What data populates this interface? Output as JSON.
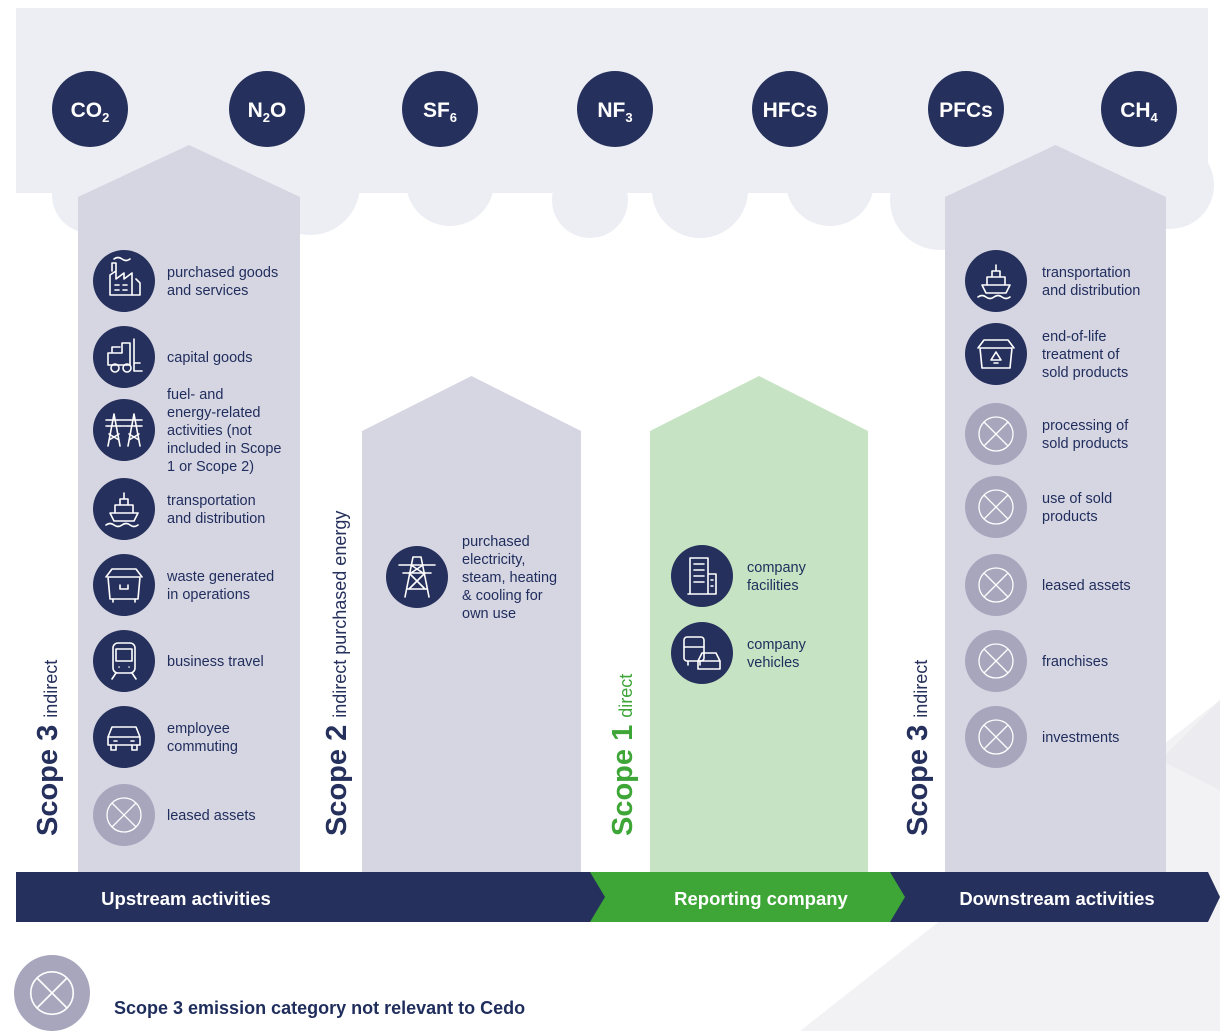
{
  "colors": {
    "navy": "#26305c",
    "cloud": "#eceef3",
    "column": "#d6d5e2",
    "scope1_column": "#c6e4c3",
    "scope1_text": "#3da637",
    "reporting_banner": "#3da637",
    "not_relevant_circle": "#a8a6bd"
  },
  "gases": [
    {
      "base": "CO",
      "sub": "2"
    },
    {
      "base": "N",
      "sub": "2",
      "tail": "O"
    },
    {
      "base": "SF",
      "sub": "6"
    },
    {
      "base": "NF",
      "sub": "3"
    },
    {
      "base": "HFCs"
    },
    {
      "base": "PFCs"
    },
    {
      "base": "CH",
      "sub": "4"
    }
  ],
  "scopes": {
    "scope3_upstream": {
      "big": "Scope 3",
      "small": "indirect"
    },
    "scope2": {
      "big": "Scope 2",
      "small": "indirect purchased energy"
    },
    "scope1": {
      "big": "Scope 1",
      "small": "direct"
    },
    "scope3_downstream": {
      "big": "Scope 3",
      "small": "indirect"
    }
  },
  "upstream_categories": [
    {
      "icon": "factory-icon",
      "lines": [
        "purchased goods",
        "and services"
      ],
      "relevant": true
    },
    {
      "icon": "forklift-icon",
      "lines": [
        "capital goods"
      ],
      "relevant": true
    },
    {
      "icon": "power-lines-icon",
      "lines": [
        "fuel- and",
        "energy-related",
        "activities (not",
        "included in Scope",
        "1 or Scope 2)"
      ],
      "relevant": true
    },
    {
      "icon": "ship-icon",
      "lines": [
        "transportation",
        "and distribution"
      ],
      "relevant": true
    },
    {
      "icon": "dumpster-icon",
      "lines": [
        "waste generated",
        "in operations"
      ],
      "relevant": true
    },
    {
      "icon": "train-icon",
      "lines": [
        "business travel"
      ],
      "relevant": true
    },
    {
      "icon": "car-icon",
      "lines": [
        "employee",
        "commuting"
      ],
      "relevant": true
    },
    {
      "icon": "not-relevant-icon",
      "lines": [
        "leased assets"
      ],
      "relevant": false
    }
  ],
  "scope2_categories": [
    {
      "icon": "pylon-icon",
      "lines": [
        "purchased",
        "electricity,",
        "steam, heating",
        "& cooling for",
        "own use"
      ],
      "relevant": true
    }
  ],
  "scope1_categories": [
    {
      "icon": "building-icon",
      "lines": [
        "company",
        "facilities"
      ],
      "relevant": true
    },
    {
      "icon": "vehicles-icon",
      "lines": [
        "company",
        "vehicles"
      ],
      "relevant": true
    }
  ],
  "downstream_categories": [
    {
      "icon": "ship-icon",
      "lines": [
        "transportation",
        "and distribution"
      ],
      "relevant": true
    },
    {
      "icon": "recycle-dumpster-icon",
      "lines": [
        "end-of-life",
        "treatment of",
        "sold products"
      ],
      "relevant": true
    },
    {
      "icon": "not-relevant-icon",
      "lines": [
        "processing of",
        "sold products"
      ],
      "relevant": false
    },
    {
      "icon": "not-relevant-icon",
      "lines": [
        "use of sold",
        "products"
      ],
      "relevant": false
    },
    {
      "icon": "not-relevant-icon",
      "lines": [
        "leased assets"
      ],
      "relevant": false
    },
    {
      "icon": "not-relevant-icon",
      "lines": [
        "franchises"
      ],
      "relevant": false
    },
    {
      "icon": "not-relevant-icon",
      "lines": [
        "investments"
      ],
      "relevant": false
    }
  ],
  "banners": {
    "upstream": "Upstream activities",
    "reporting": "Reporting company",
    "downstream": "Downstream activities"
  },
  "legend": {
    "icon": "not-relevant-icon",
    "label": "Scope 3 emission category not relevant to Cedo"
  }
}
